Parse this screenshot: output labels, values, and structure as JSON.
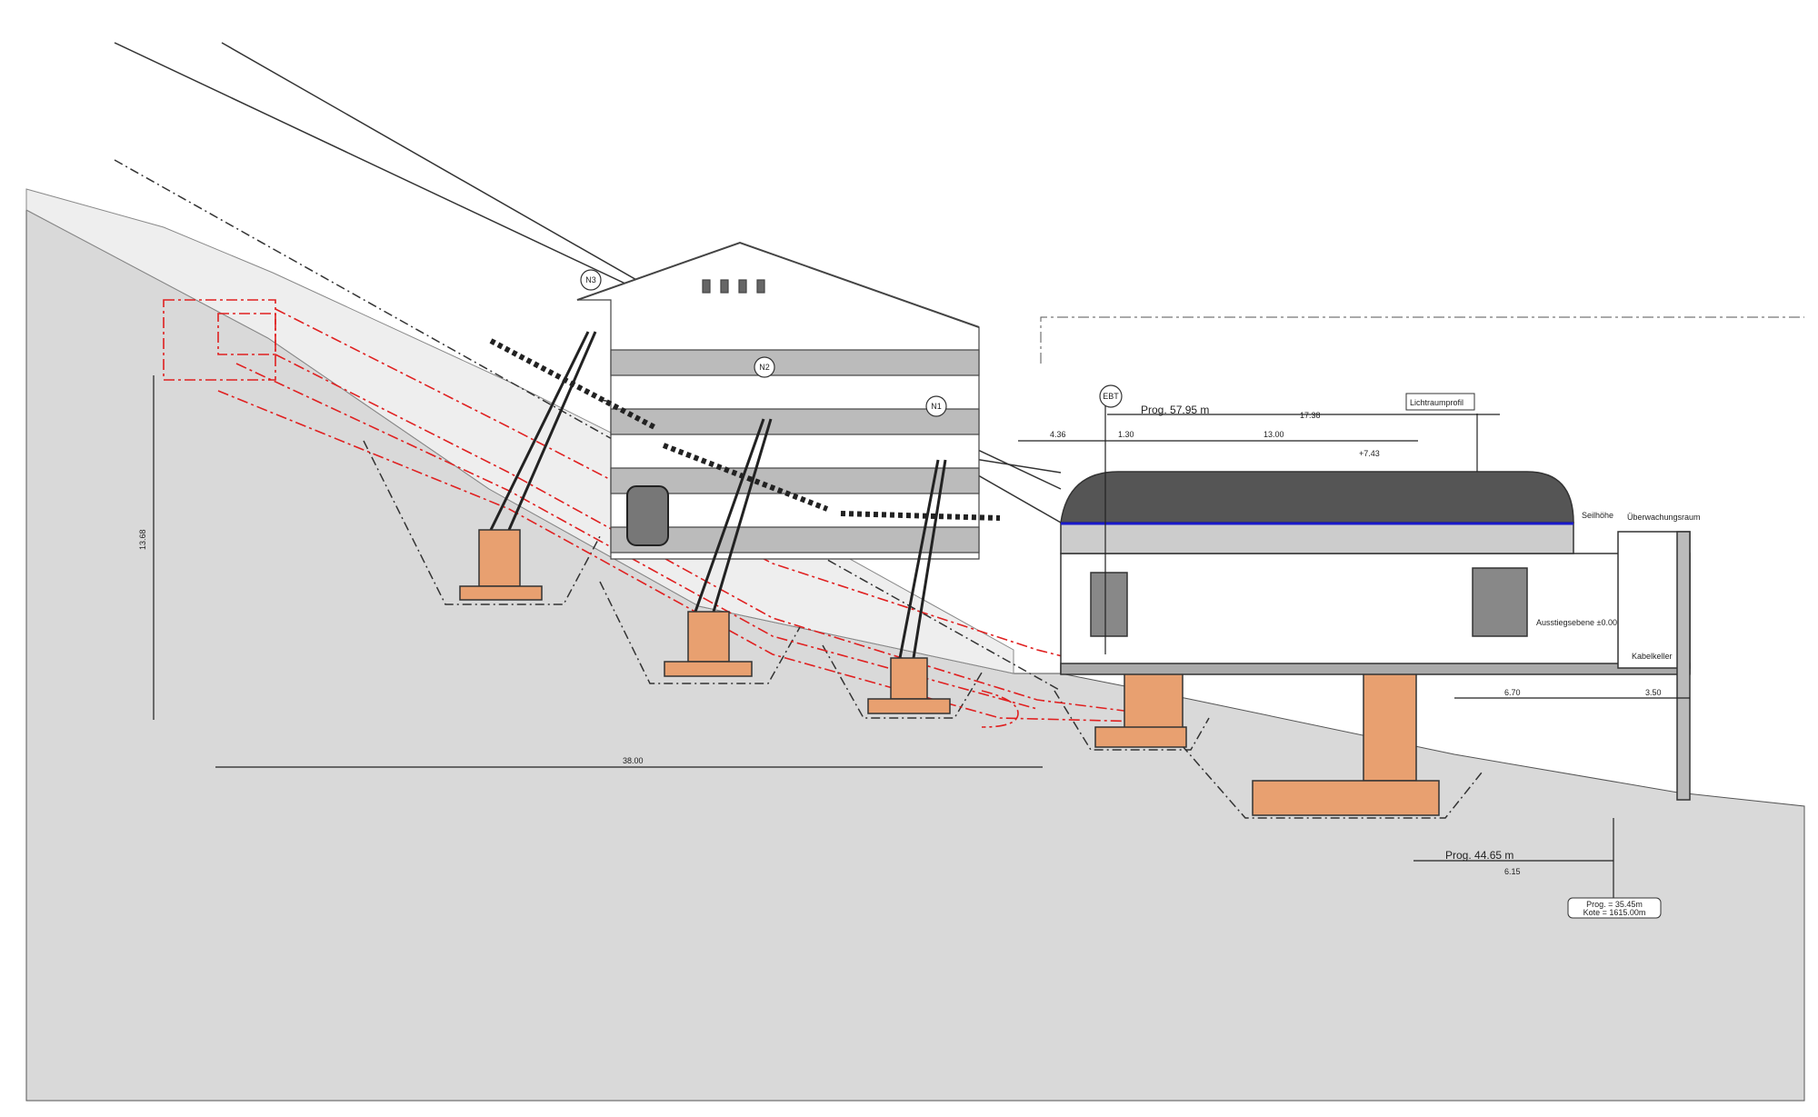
{
  "drawing": {
    "support_labels": [
      "N3",
      "N2",
      "N1",
      "EBT"
    ],
    "prog_top": "Prog. 57.95 m",
    "clearance_profile": "Lichtraumprofil",
    "prog_bottom": "Prog. 44.65 m",
    "station_point": {
      "prog": "Prog. = 35.45m",
      "kote": "Kote = 1615.00m"
    },
    "room_labels": {
      "cable_height": "Seilhöhe",
      "monitoring_room": "Überwachungsraum",
      "cable_cellar": "Kabelkeller",
      "boarding": "Ausstiegsebene ±0.00"
    },
    "dimensions": {
      "d_17_38": "17.38",
      "d_1_30": "1.30",
      "d_13_00": "13.00",
      "level_top": "+7.43",
      "d_4_36": "4.36",
      "vertical_total": "13.68",
      "horizontal_total": "38.00",
      "d_6_70": "6.70",
      "d_3_50": "3.50",
      "d_6_15": "6.15"
    },
    "colors": {
      "ground": "#d9d9d9",
      "foundation": "#e8a070",
      "conduit": "#e02020",
      "roof_stripe": "#1a1acc"
    }
  }
}
